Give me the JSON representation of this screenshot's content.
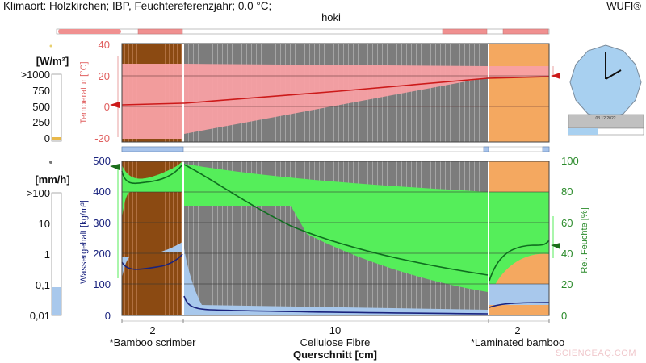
{
  "header": {
    "climate_location": "Klimaort: Holzkirchen; IBP, Feuchtereferenzjahr; 0.0 °C;",
    "project_name": "hoki",
    "brand": "WUFI®"
  },
  "legend_radiation": {
    "unit": "[W/m²]",
    "ticks": [
      ">1000",
      "750",
      "500",
      "250",
      "0"
    ],
    "current_value": 0,
    "fill_color": "#e8b84a"
  },
  "legend_rain": {
    "unit": "[mm/h]",
    "ticks": [
      ">100",
      "10",
      "1",
      "0,1",
      "0,01"
    ],
    "current_value": 0.08,
    "fill_color": "#a8c8ec"
  },
  "clock": {
    "date": "03.12.2022",
    "progress_pct": 38,
    "face_color": "#a8d0f0"
  },
  "layers": [
    {
      "thickness": "2",
      "name": "*Bamboo scrimber",
      "color": "#8b4a12"
    },
    {
      "thickness": "10",
      "name": "Cellulose Fibre",
      "color": "#8a8a8a"
    },
    {
      "thickness": "2",
      "name": "*Laminated bamboo",
      "color": "#f4a860"
    }
  ],
  "x_axis_label": "Querschnitt [cm]",
  "watermark": "SCIENCEAQ.COM",
  "chart_data": [
    {
      "type": "line",
      "title": "Temperature profile",
      "ylabel": "Temperatur [°C]",
      "ylim": [
        -20,
        40
      ],
      "yticks": [
        "40",
        "20",
        "0",
        "-20"
      ],
      "x": [
        0,
        2,
        12,
        14
      ],
      "series": [
        {
          "name": "Temperature",
          "values": [
            0.5,
            1.5,
            18.5,
            19.5
          ],
          "color": "#cc1a1a"
        },
        {
          "name": "Temperature max envelope",
          "values": [
            27,
            26,
            26,
            26
          ],
          "color": "#f4a0a0"
        },
        {
          "name": "Temperature min envelope",
          "values": [
            -19,
            -18,
            16,
            22
          ],
          "color": "#f4a0a0"
        }
      ],
      "markers": {
        "left_surface": 0,
        "right_surface": 20
      }
    },
    {
      "type": "line",
      "title": "Moisture profile",
      "ylabel": "Wassergehalt [kg/m³]",
      "ylabel_right": "Rel. Feuchte [%]",
      "ylim": [
        0,
        500
      ],
      "ylim_right": [
        0,
        100
      ],
      "yticks": [
        "500",
        "400",
        "300",
        "200",
        "100",
        "0"
      ],
      "yticks_right": [
        "100",
        "80",
        "60",
        "40",
        "20",
        "0"
      ],
      "x": [
        0,
        1,
        2,
        3,
        6,
        9,
        12,
        12.1,
        13,
        14
      ],
      "series": [
        {
          "name": "Water content",
          "axis": "left",
          "values": [
            160,
            145,
            195,
            50,
            12,
            10,
            8,
            40,
            50,
            50
          ],
          "color": "#1a237e"
        },
        {
          "name": "Relative humidity",
          "axis": "right",
          "values": [
            88,
            84,
            97,
            94,
            65,
            42,
            26,
            29,
            46,
            48
          ],
          "color": "#1a6e1a"
        }
      ],
      "markers": {
        "left_rh": 96,
        "right_rh": 47
      }
    }
  ]
}
